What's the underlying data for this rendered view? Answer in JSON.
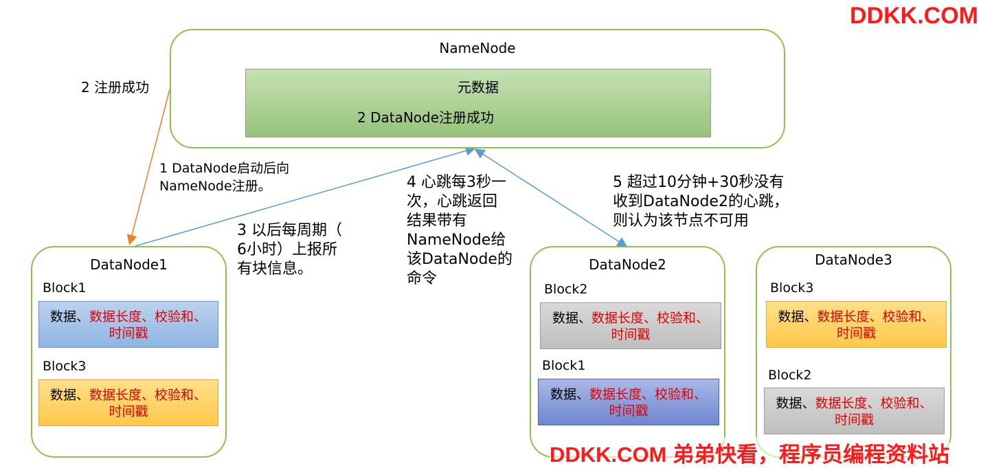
{
  "watermark_top": "DDKK.COM",
  "watermark_bottom": "DDKK.COM 弟弟快看，程序员编程资料站",
  "namenode": {
    "title": "NameNode",
    "metadata_title": "元数据",
    "metadata_line": "2 DataNode注册成功"
  },
  "labels": {
    "step2": "2 注册成功",
    "step1_line1": "1 DataNode启动后向",
    "step1_line2": "NameNode注册。",
    "step3_line1": "3 以后每周期（",
    "step3_line2": "6小时）上报所",
    "step3_line3": "有块信息。",
    "step4_line1": "4 心跳每3秒一",
    "step4_line2": "次，心跳返回",
    "step4_line3": "结果带有",
    "step4_line4": "NameNode给",
    "step4_line5": "该DataNode的",
    "step4_line6": "命令",
    "step5_line1": "5 超过10分钟+30秒没有",
    "step5_line2": "收到DataNode2的心跳，",
    "step5_line3": "则认为该节点不可用"
  },
  "block_content": {
    "prefix": "数据、",
    "red_part": "数据长度、校验和、",
    "line2": "时间戳"
  },
  "datanodes": [
    {
      "title": "DataNode1",
      "blocks": [
        {
          "name": "Block1",
          "color": "blue"
        },
        {
          "name": "Block3",
          "color": "orange"
        }
      ]
    },
    {
      "title": "DataNode2",
      "blocks": [
        {
          "name": "Block2",
          "color": "gray"
        },
        {
          "name": "Block1",
          "color": "navy"
        }
      ]
    },
    {
      "title": "DataNode3",
      "blocks": [
        {
          "name": "Block3",
          "color": "orange"
        },
        {
          "name": "Block2",
          "color": "gray"
        }
      ]
    }
  ],
  "colors": {
    "node_border": "#8bc34a",
    "arrow_orange": "#ed7d31",
    "arrow_blue": "#5b9bd5",
    "red_text": "#e00000",
    "watermark": "#ff1a1a"
  }
}
